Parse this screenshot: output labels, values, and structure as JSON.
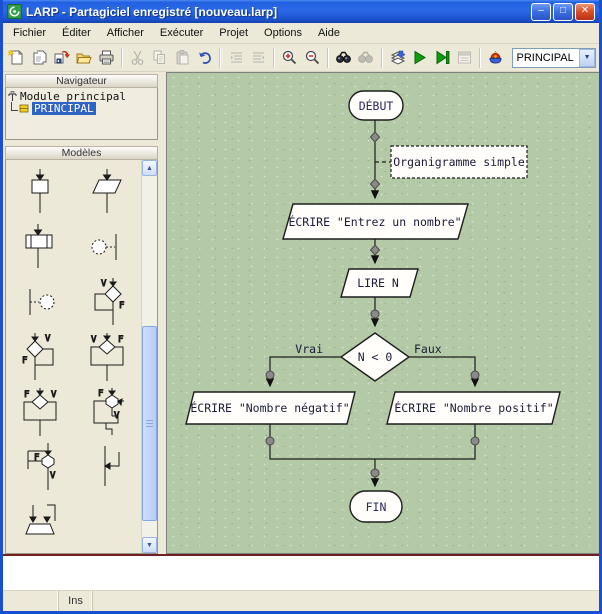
{
  "window": {
    "title": "LARP - Partagiciel enregistré [nouveau.larp]",
    "controls": {
      "minimize": "–",
      "maximize": "□",
      "close": "✕"
    }
  },
  "menu": {
    "items": [
      "Fichier",
      "Éditer",
      "Afficher",
      "Exécuter",
      "Projet",
      "Options",
      "Aide"
    ]
  },
  "toolbar": {
    "icons": [
      "new-icon",
      "open-document-icon",
      "save-icon",
      "open-folder-icon",
      "print-icon",
      "cut-icon",
      "copy-icon",
      "paste-icon",
      "undo-icon",
      "format-module-icon",
      "format-all-icon",
      "zoom-in-icon",
      "zoom-out-icon",
      "find-icon",
      "find-next-icon",
      "compile-icon",
      "run-icon",
      "run-to-end-icon",
      "output-icon",
      "debug-lamp-icon"
    ],
    "module_combo": {
      "value": "PRINCIPAL"
    }
  },
  "sidebar": {
    "navigator": {
      "title": "Navigateur",
      "items": [
        {
          "label": "Module principal",
          "selected": false
        },
        {
          "label": "PRINCIPAL",
          "selected": true
        }
      ]
    },
    "templates": {
      "title": "Modèles",
      "labels": {
        "v": "V",
        "f": "F"
      },
      "items": [
        "process",
        "input-output",
        "subroutine-call",
        "comment-right",
        "comment-left",
        "if-then-right",
        "if-then-left",
        "if-then-else",
        "if-else-alt",
        "while-loop",
        "do-while-loop",
        "jump-back",
        "merge-call"
      ]
    }
  },
  "canvas": {
    "flowchart": {
      "start": "DÉBUT",
      "comment": "Organigramme simple",
      "write_prompt": "ÉCRIRE \"Entrez un nombre\"",
      "read": "LIRE N",
      "condition": "N < 0",
      "true_label": "Vrai",
      "false_label": "Faux",
      "write_negative": "ÉCRIRE \"Nombre négatif\"",
      "write_positive": "ÉCRIRE \"Nombre positif\"",
      "end": "FIN"
    }
  },
  "statusbar": {
    "cells": [
      "",
      "Ins",
      ""
    ]
  },
  "colors": {
    "titlebar_blue": "#2260de",
    "window_border": "#1a4fd1",
    "chrome_beige": "#ece9d8",
    "canvas_green": "#b4caa7",
    "selection_blue": "#2f63c5",
    "divider_maroon": "#702020",
    "shape_fill": "#fffefa",
    "run_green": "#0f9c0f"
  }
}
